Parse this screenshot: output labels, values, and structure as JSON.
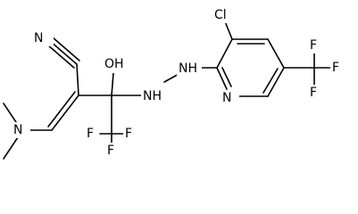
{
  "molecule": {
    "atoms": {
      "n_nitrile": "N",
      "hydroxyl": "OH",
      "hydrazine_nh1": "NH",
      "hydrazine_nh2": "NH",
      "chlorine": "Cl",
      "pyridine_n": "N",
      "dimethylamino_n": "N",
      "cf3_left": [
        "F",
        "F",
        "F"
      ],
      "cf3_right": [
        "F",
        "F",
        "F"
      ]
    }
  }
}
